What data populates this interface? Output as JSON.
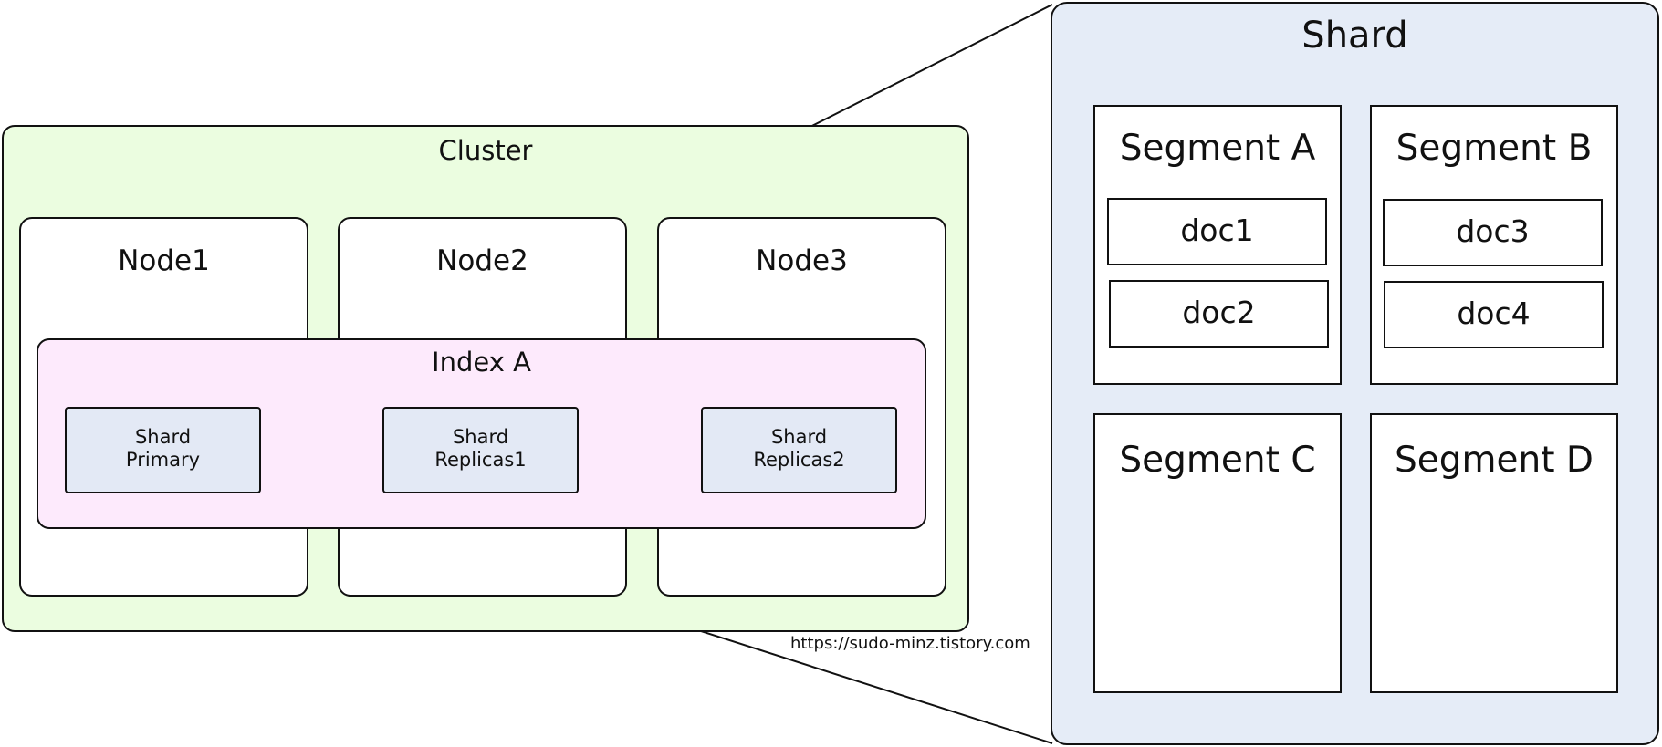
{
  "cluster": {
    "title": "Cluster",
    "nodes": [
      "Node1",
      "Node2",
      "Node3"
    ],
    "index": {
      "title": "Index A",
      "shards": [
        {
          "line1": "Shard",
          "line2": "Primary"
        },
        {
          "line1": "Shard",
          "line2": "Replicas1"
        },
        {
          "line1": "Shard",
          "line2": "Replicas2"
        }
      ]
    }
  },
  "source_url": "https://sudo-minz.tistory.com",
  "shard_detail": {
    "title": "Shard",
    "segments": [
      {
        "title": "Segment A",
        "docs": [
          "doc1",
          "doc2"
        ]
      },
      {
        "title": "Segment B",
        "docs": [
          "doc3",
          "doc4"
        ]
      },
      {
        "title": "Segment C",
        "docs": []
      },
      {
        "title": "Segment D",
        "docs": []
      }
    ]
  }
}
